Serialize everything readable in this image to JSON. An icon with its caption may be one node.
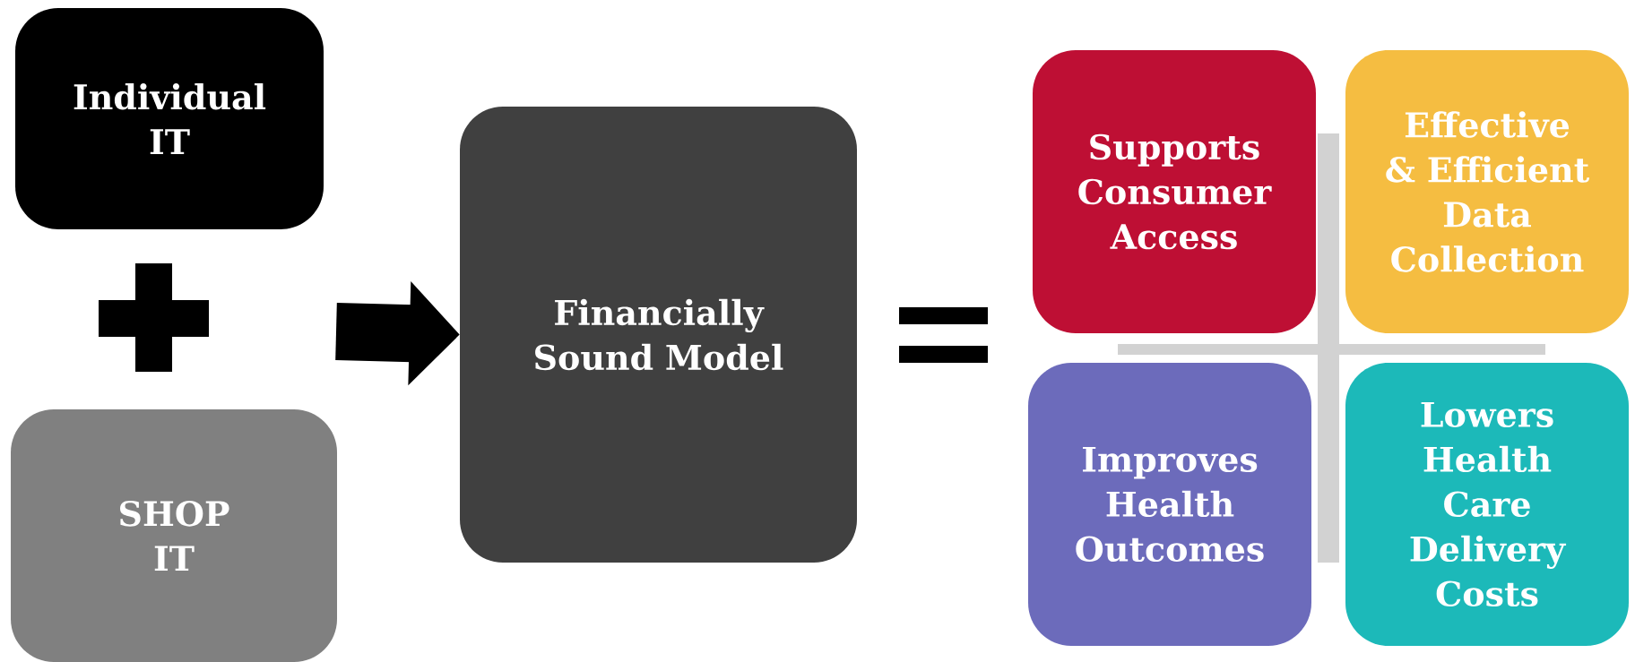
{
  "diagram": {
    "nodes": [
      {
        "text": [
          "Individual IT"
        ]
      },
      {
        "text": [
          "SHOP IT"
        ]
      },
      {
        "text": [
          "Financially Sound Model"
        ]
      },
      {
        "text": [
          "Supports Consumer Access"
        ]
      },
      {
        "text": [
          "Effective & Efficient Data Collection"
        ]
      },
      {
        "text": [
          "Improves Health Outcomes"
        ]
      },
      {
        "text": [
          "Lowers Health Care Delivery Costs"
        ]
      }
    ],
    "edges": [
      {
        "from": null,
        "to": 2,
        "arrow": "to"
      }
    ]
  }
}
